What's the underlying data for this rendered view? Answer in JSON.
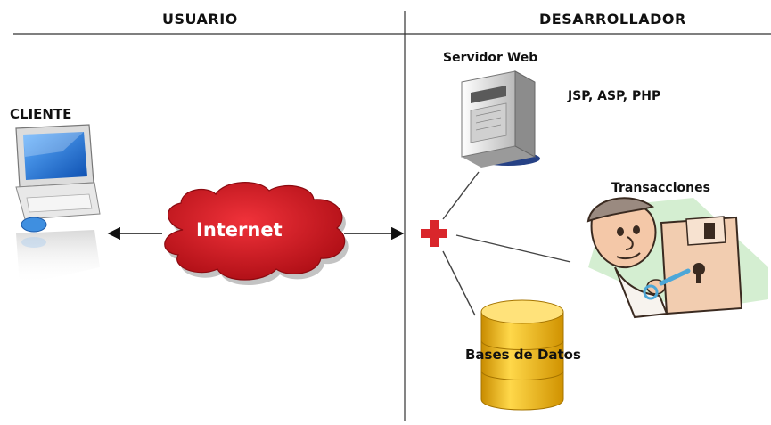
{
  "headers": {
    "left": "USUARIO",
    "right": "DESARROLLADOR"
  },
  "nodes": {
    "client": "CLIENTE",
    "internet": "Internet",
    "web_server": "Servidor Web",
    "languages": "JSP, ASP, PHP",
    "transactions": "Transacciones",
    "databases": "Bases de Datos"
  },
  "colors": {
    "cloud": "#d0141c",
    "hub_cross": "#d9262b",
    "database": "#f2b705",
    "monitor_screen": "#1c6fd8",
    "server": "#e4e4e4",
    "connector": "#444444"
  },
  "icons": {
    "client": "desktop-computer-icon",
    "cloud": "cloud-icon",
    "server": "server-tower-icon",
    "hub": "plus-icon",
    "transactions": "floppy-key-character-icon",
    "databases": "database-cylinder-icon"
  }
}
